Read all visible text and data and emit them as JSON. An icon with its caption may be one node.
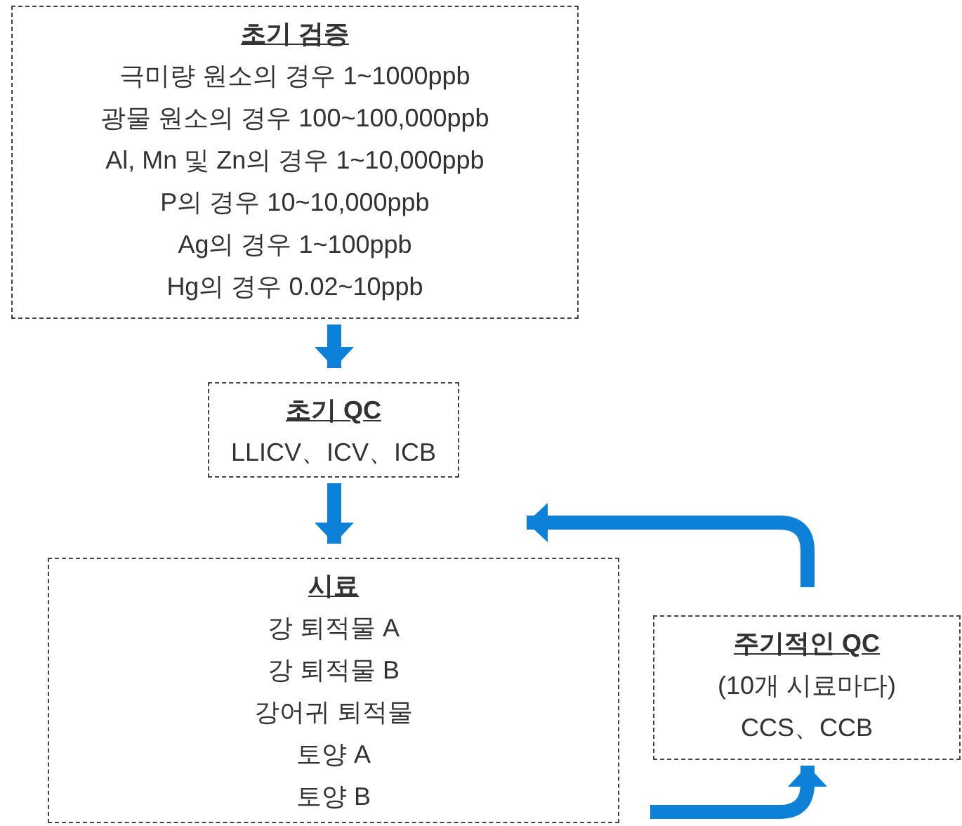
{
  "diagram": {
    "nodes": [
      {
        "text": [
          "초기 검증",
          "극미량 원소의 경우 1~1000ppb",
          "광물 원소의 경우 100~100,000ppb",
          "Al, Mn 및 Zn의 경우 1~10,000ppb",
          "P의 경우 10~10,000ppb",
          "Ag의 경우 1~100ppb",
          "Hg의 경우 0.02~10ppb"
        ]
      },
      {
        "text": [
          "초기 QC",
          "LLICV、ICV、ICB"
        ]
      },
      {
        "text": [
          "시료",
          "강 퇴적물 A",
          "강 퇴적물 B",
          "강어귀 퇴적물",
          "토양 A",
          "토양 B"
        ]
      },
      {
        "text": [
          "주기적인 QC",
          "(10개 시료마다)",
          "CCS、CCB"
        ]
      }
    ],
    "edges": [
      {
        "from": 0,
        "to": 1,
        "arrow": "to"
      },
      {
        "from": 1,
        "to": 2,
        "arrow": "to"
      },
      {
        "from": 2,
        "to": 3,
        "arrow": "to"
      },
      {
        "from": 3,
        "to": 2,
        "arrow": "to"
      }
    ]
  }
}
